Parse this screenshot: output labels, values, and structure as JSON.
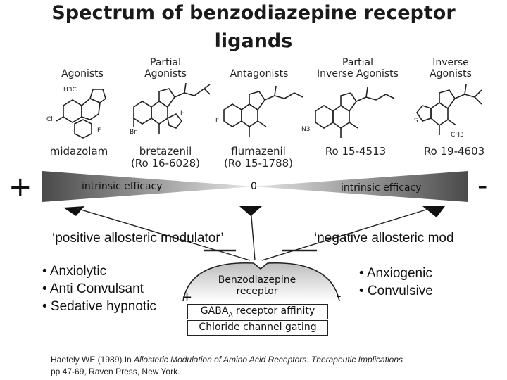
{
  "title_line1": "Spectrum of benzodiazepine receptor",
  "title_line2": "ligands",
  "categories": [
    {
      "label": "Agonists"
    },
    {
      "label": "Partial\nAgonists"
    },
    {
      "label": "Antagonists"
    },
    {
      "label": "Partial\nInverse Agonists"
    },
    {
      "label": "Inverse\nAgonists"
    }
  ],
  "drugs": [
    {
      "name": "midazolam",
      "code": ""
    },
    {
      "name": "bretazenil",
      "code": "(Ro 16-6028)"
    },
    {
      "name": "flumazenil",
      "code": "(Ro 15-1788)"
    },
    {
      "name": "Ro 15-4513",
      "code": ""
    },
    {
      "name": "Ro 19-4603",
      "code": ""
    }
  ],
  "efficacy_bar": {
    "plus": "+",
    "minus": "-",
    "left_label": "intrinsic efficacy",
    "center_label": "0",
    "right_label": "intrinsic efficacy"
  },
  "modulators": {
    "positive": "‘positive allosteric modulator’",
    "negative": "‘negative allosteric mod"
  },
  "effects_left": [
    "• Anxiolytic",
    "• Anti Convulsant",
    "• Sedative hypnotic"
  ],
  "effects_right": [
    "• Anxiogenic",
    "• Convulsive"
  ],
  "receptor": {
    "name_line1": "Benzodiazepine",
    "name_line2": "receptor",
    "plus_sign": "+",
    "minus_sign": "-",
    "affinity_prefix": "GABA",
    "affinity_sub": "A",
    "affinity_suffix": " receptor affinity",
    "gating": "Chloride channel gating"
  },
  "citation": {
    "prefix": "Haefely WE (1989) In ",
    "italic": "Allosteric Modulation of Amino Acid Receptors: Therapeutic Implications",
    "line2": "pp 47-69, Raven Press, New York."
  },
  "atom_labels": {
    "h3c": "H3C",
    "cl": "Cl",
    "f1": "F",
    "br": "Br",
    "h": "H",
    "f2": "F",
    "n3": "N3",
    "s": "S",
    "ch3": "CH3"
  }
}
